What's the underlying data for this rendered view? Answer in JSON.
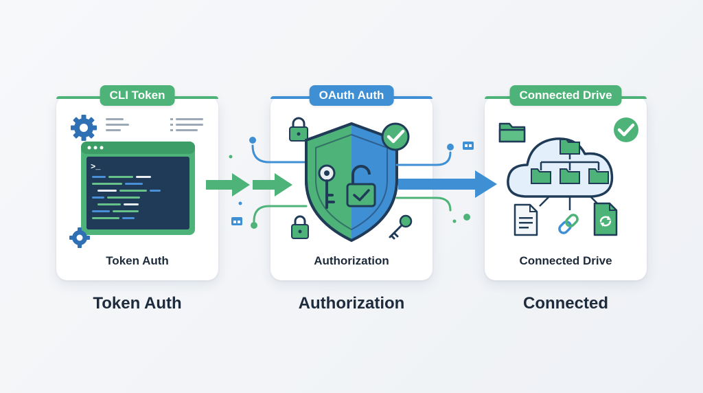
{
  "cards": [
    {
      "tag": "CLI Token",
      "label": "Token Auth"
    },
    {
      "tag": "OAuth Auth",
      "label": "Authorization"
    },
    {
      "tag": "Connected Drive",
      "label": "Connected Drive"
    }
  ],
  "steps": [
    "Token Auth",
    "Authorization",
    "Connected"
  ],
  "terminal_prompt": ">_",
  "colors": {
    "green": "#4db378",
    "blue": "#3e8fd4",
    "navy": "#1f3b57",
    "dark_text": "#1d2b3d"
  }
}
